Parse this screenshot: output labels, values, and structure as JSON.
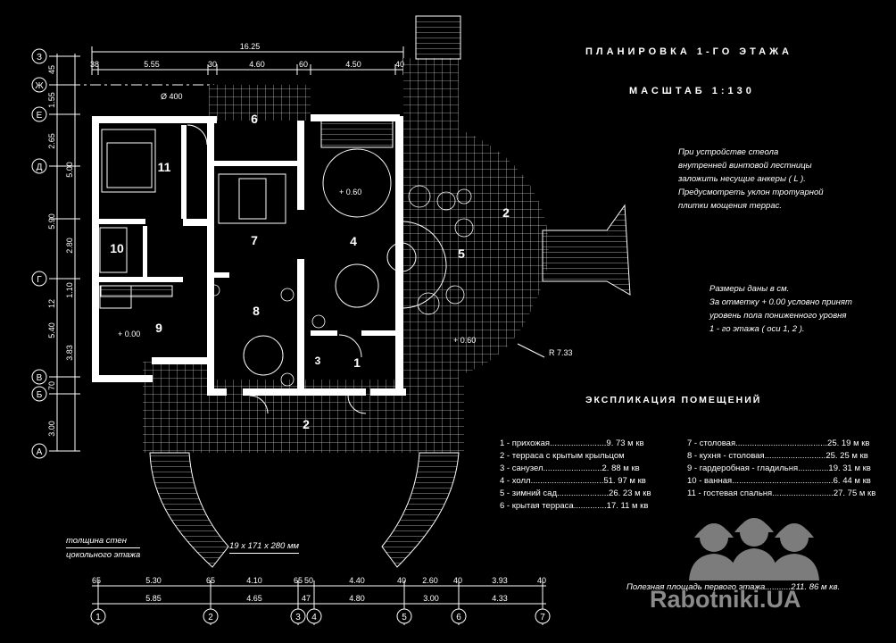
{
  "title": "ПЛАНИРОВКА 1-ГО ЭТАЖА",
  "scale": "МАСШТАБ 1:130",
  "note_stair": [
    "При устройстве стеола",
    "внутренней винтовой лестницы",
    "заложить несущие анкеры ( L ).",
    "Предусмотреть уклон тротуарной",
    "плитки мощения террас."
  ],
  "note_dims": [
    "Размеры даны в см.",
    "За отметку + 0.00 условно принят",
    "уровень пола пониженного уровня",
    "1 - го этажа ( оси  1, 2 )."
  ],
  "explication_title": "ЭКСПЛИКАЦИЯ ПОМЕЩЕНИЙ",
  "rooms_left": [
    "1 -  прихожая........................9. 73 м кв",
    "2 -  терраса с крытым крыльцом",
    "3 -  санузел.........................2. 88 м кв",
    "4 -  холл...............................51. 97 м кв",
    "5 -  зимний сад......................26. 23 м кв",
    "6 -  крытая терраса..............17. 11 м кв"
  ],
  "rooms_right": [
    "7 -  столовая.......................................25. 19 м кв",
    "8 -  кухня - столовая..........................25. 25 м кв",
    "9 -  гардеробная - гладильня.............19. 31 м кв",
    "10 -  ванная...........................................6. 44 м кв",
    "11 -  гостевая спальня..........................27. 75 м кв"
  ],
  "useful_area": "Полезная площадь первого этажа...........211. 86 м кв.",
  "wall_note": [
    "толщина стен",
    "цокольного этажа"
  ],
  "stair_note": "19 x 171 x 280 мм",
  "radius": "R 7.33",
  "diam": "Ø 400",
  "level_plus": "+ 0.60",
  "level_zero": "+ 0.00",
  "level_terrace": "+ 0.60",
  "room_numbers": [
    "1",
    "2",
    "2",
    "3",
    "4",
    "5",
    "6",
    "7",
    "8",
    "9",
    "10",
    "11"
  ],
  "top_total": "16.25",
  "top_dims": [
    "38",
    "5.55",
    "30",
    "4.60",
    "60",
    "4.50",
    "40"
  ],
  "bottom_dims_1": [
    "65",
    "5.30",
    "65",
    "4.10",
    "65",
    "50",
    "4.40",
    "40",
    "2.60",
    "40",
    "3.93",
    "40"
  ],
  "bottom_dims_2": [
    "5.85",
    "4.65",
    "47",
    "4.80",
    "3.00",
    "4.33"
  ],
  "axes_bottom": [
    "1",
    "2",
    "3",
    "4",
    "5",
    "6",
    "7"
  ],
  "axes_left": [
    "З",
    "Ж",
    "Е",
    "Д",
    "Г",
    "В",
    "Б",
    "А"
  ],
  "left_dims": [
    "45",
    "1.55",
    "2.65",
    "5.00",
    "5.90",
    "2.80",
    "1.10",
    "12",
    "5.40",
    "3.83",
    "70",
    "3.00"
  ],
  "watermark": "Rabotniki.UA"
}
